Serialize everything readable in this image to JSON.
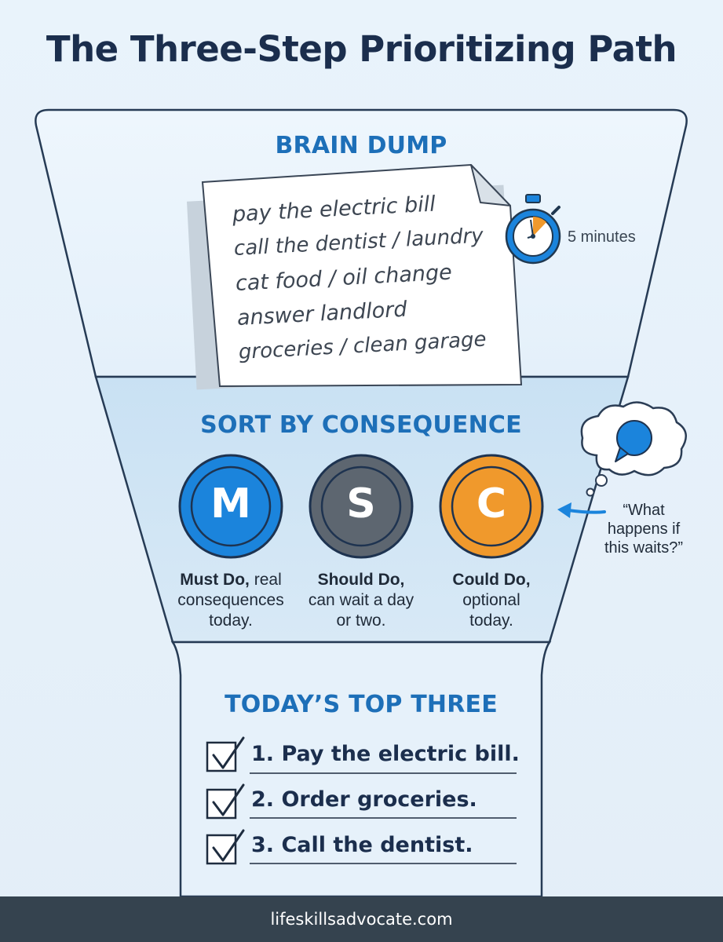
{
  "title": "The Three-Step Prioritizing Path",
  "brain_dump": {
    "heading": "BRAIN DUMP",
    "list": [
      "pay the electric bill",
      "call the dentist / laundry",
      "cat food / oil change",
      "answer landlord",
      "groceries / clean garage"
    ],
    "timer_label": "5 minutes",
    "icons": [
      "note-paper-icon",
      "stopwatch-icon"
    ]
  },
  "sort": {
    "heading": "SORT BY CONSEQUENCE",
    "badges": [
      {
        "letter": "M",
        "label": "Must Do,",
        "desc_1": "real",
        "desc_2": "consequences",
        "desc_3": "today.",
        "color": "#1b84dc"
      },
      {
        "letter": "S",
        "label": "Should Do,",
        "desc_1": "can wait a day",
        "desc_2": "or two.",
        "color": "#5d6670"
      },
      {
        "letter": "C",
        "label": "Could Do,",
        "desc_1": "optional",
        "desc_2": "today.",
        "color": "#f0992c"
      }
    ],
    "question_1": "“What",
    "question_2": "happens if",
    "question_3": "this waits?”",
    "icons": [
      "thought-bubble-icon",
      "speech-bubble-icon",
      "curved-arrow-icon"
    ]
  },
  "top_three": {
    "heading": "TODAY’S TOP THREE",
    "items": [
      "1. Pay the electric bill.",
      "2. Order groceries.",
      "3. Call the dentist."
    ],
    "icons": [
      "checkbox-checked-icon"
    ]
  },
  "footer": "lifeskillsadvocate.com"
}
